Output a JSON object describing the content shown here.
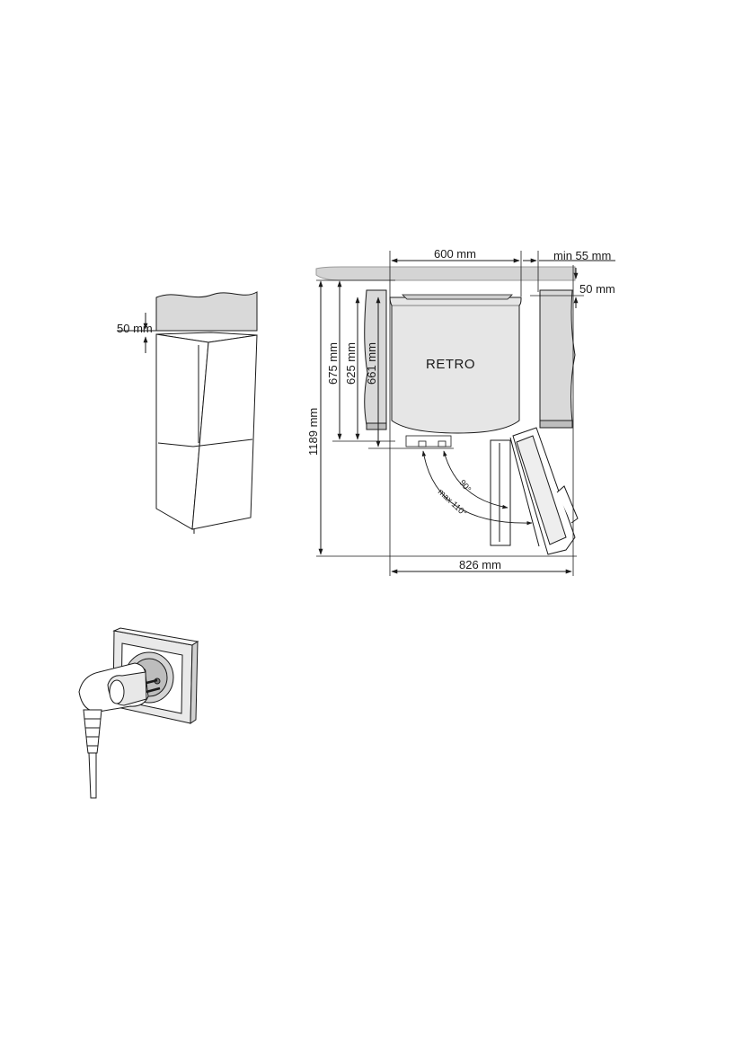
{
  "figure_left": {
    "clearance_label": "50 mm"
  },
  "figure_top": {
    "width_label": "600 mm",
    "side_gap_label": "min 55 mm",
    "top_gap_label": "50 mm",
    "height_675_label": "675 mm",
    "height_625_label": "625 mm",
    "height_661_label": "661 mm",
    "height_1189_label": "1189 mm",
    "total_depth_label": "826 mm",
    "brand_label": "RETRO",
    "angle_90_label": "90°",
    "angle_max_label": "max 110°"
  },
  "colors": {
    "line": "#1a1a1a",
    "surface_gray": "#d4d4d4",
    "light_gray": "#e6e6e6",
    "white": "#ffffff"
  }
}
